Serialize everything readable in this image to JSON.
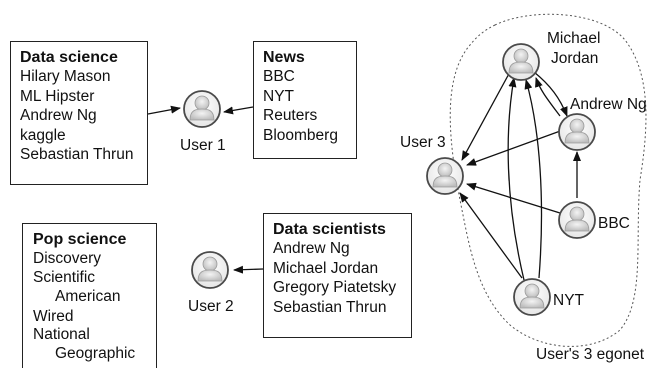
{
  "boxes": {
    "data_science": {
      "title": "Data science",
      "items": [
        "Hilary Mason",
        "ML Hipster",
        "Andrew Ng",
        "kaggle",
        "Sebastian Thrun"
      ]
    },
    "news": {
      "title": "News",
      "items": [
        "BBC",
        "NYT",
        "Reuters",
        "Bloomberg"
      ]
    },
    "pop_science": {
      "title": "Pop science",
      "items": [
        "Discovery",
        "Scientific",
        "American",
        "Wired",
        "National",
        "Geographic"
      ]
    },
    "data_scientists": {
      "title": "Data scientists",
      "items": [
        "Andrew Ng",
        "Michael Jordan",
        "Gregory Piatetsky",
        "Sebastian Thrun"
      ]
    }
  },
  "users": {
    "user1": "User 1",
    "user2": "User 2",
    "user3": "User 3"
  },
  "egonet": {
    "nodes": {
      "michael_jordan_line1": "Michael",
      "michael_jordan_line2": "Jordan",
      "andrew_ng": "Andrew Ng",
      "bbc": "BBC",
      "nyt": "NYT"
    },
    "caption": "User's 3 egonet"
  }
}
